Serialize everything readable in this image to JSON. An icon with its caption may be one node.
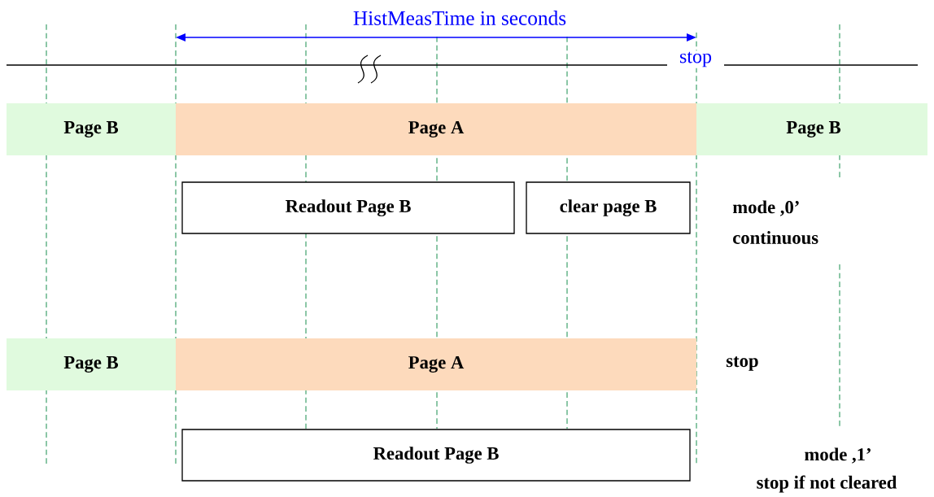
{
  "diagram": {
    "nodes": [
      {
        "text": [
          "Page B"
        ]
      },
      {
        "text": [
          "Page A"
        ]
      },
      {
        "text": [
          "Page B"
        ]
      },
      {
        "text": [
          "Readout Page B"
        ]
      },
      {
        "text": [
          "clear page B"
        ]
      },
      {
        "text": [
          "Page B"
        ]
      },
      {
        "text": [
          "Page A"
        ]
      },
      {
        "text": [
          "Readout Page B"
        ]
      }
    ],
    "edges": [],
    "labels": [
      "HistMeasTime in seconds",
      "stop",
      "mode ,0’",
      "continuous",
      "stop",
      "mode ,1’",
      "stop if not cleared"
    ]
  }
}
